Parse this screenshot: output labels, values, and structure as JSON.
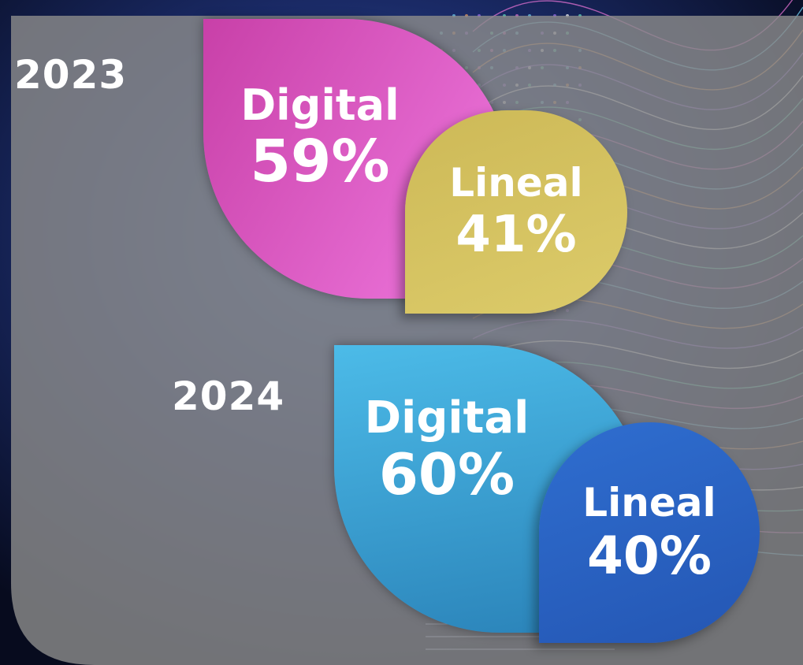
{
  "chart_data": {
    "type": "pie",
    "panels": [
      {
        "year": "2023",
        "slices": [
          {
            "label": "Digital",
            "value": 59,
            "value_text": "59%",
            "color": "#d94fbf"
          },
          {
            "label": "Lineal",
            "value": 41,
            "value_text": "41%",
            "color": "#d5c25d"
          }
        ]
      },
      {
        "year": "2024",
        "slices": [
          {
            "label": "Digital",
            "value": 60,
            "value_text": "60%",
            "color": "#3aa3d6"
          },
          {
            "label": "Lineal",
            "value": 40,
            "value_text": "40%",
            "color": "#2e64c4"
          }
        ]
      }
    ]
  },
  "colors": {
    "background": "#0a0f24",
    "panel": "#8a8a8a",
    "year_text": "#ffffff"
  }
}
